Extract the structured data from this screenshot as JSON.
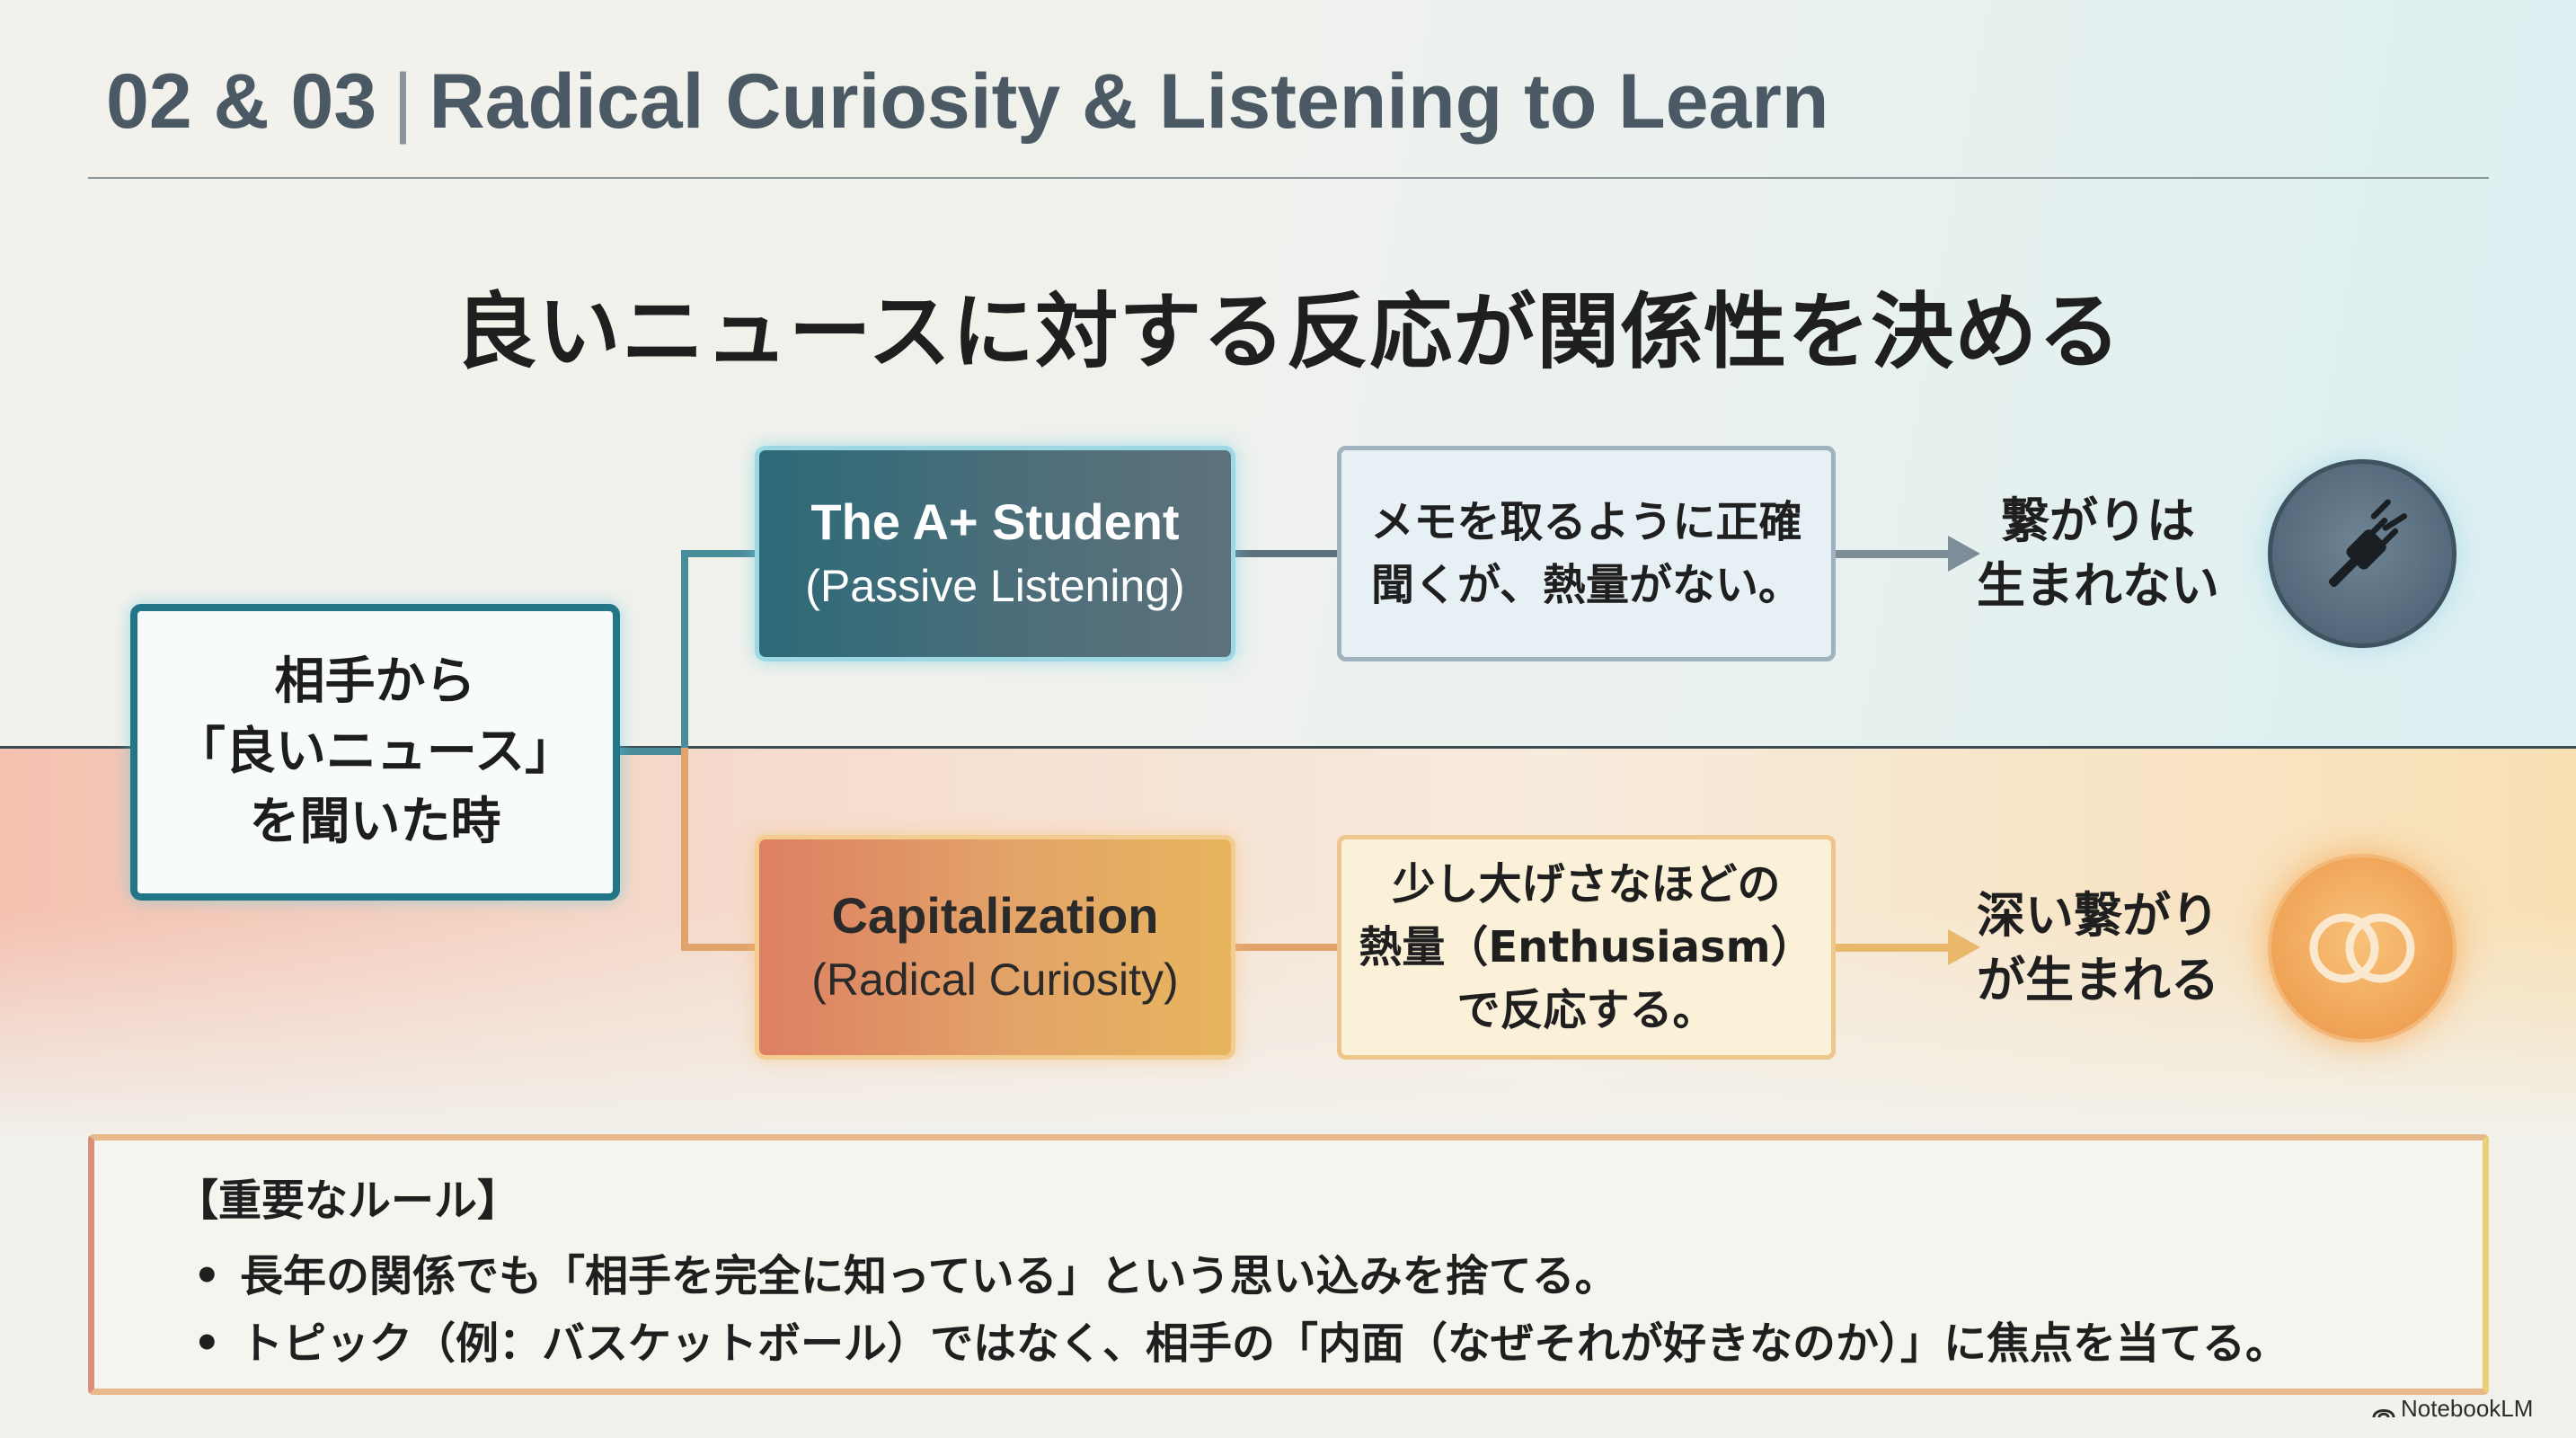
{
  "header": {
    "section": "02 & 03",
    "title": "Radical Curiosity & Listening to Learn"
  },
  "heading": "良いニュースに対する反応が関係性を決める",
  "start_node": {
    "lines": [
      "相手から",
      "「良いニュース」",
      "を聞いた時"
    ]
  },
  "branches": {
    "passive": {
      "title": "The A+ Student",
      "subtitle": "(Passive Listening)",
      "description": [
        "メモを取るように正確",
        "聞くが、熱量がない。"
      ],
      "result": [
        "繋がりは",
        "生まれない"
      ],
      "icon": "unplugged-icon",
      "color": "#2c6a78"
    },
    "active": {
      "title": "Capitalization",
      "subtitle": "(Radical Curiosity)",
      "description": [
        "少し大げさなほどの",
        "熱量（Enthusiasm）",
        "で反応する。"
      ],
      "result": [
        "深い繋がり",
        "が生まれる"
      ],
      "icon": "interlocking-rings-icon",
      "color": "#e3a468"
    }
  },
  "rule": {
    "heading": "【重要なルール】",
    "items": [
      "長年の関係でも「相手を完全に知っている」という思い込みを捨てる。",
      "トピック（例：バスケットボール）ではなく、相手の「内面（なぜそれが好きなのか）」に焦点を当てる。"
    ]
  },
  "brand": "NotebookLM"
}
